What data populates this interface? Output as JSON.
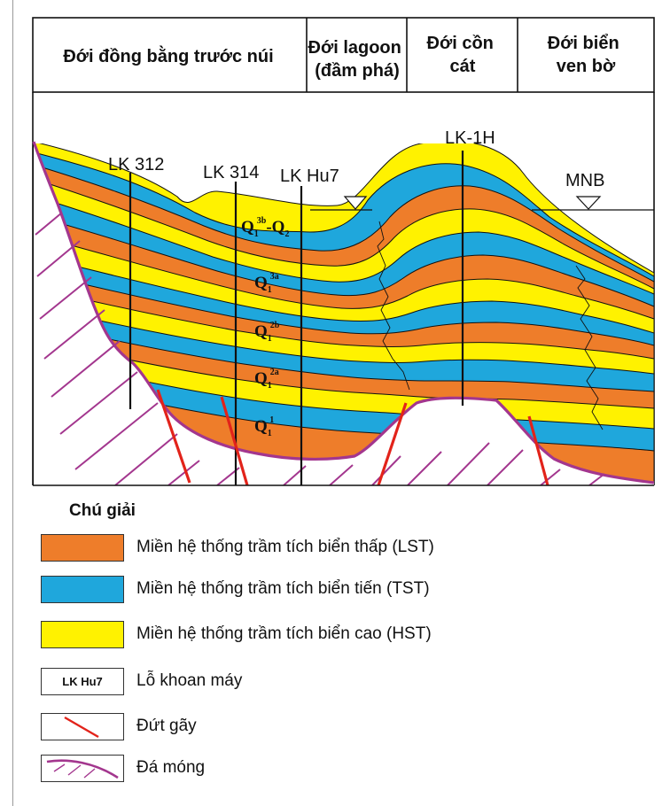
{
  "zones": [
    {
      "lines": [
        "Đới đồng bằng trước núi"
      ]
    },
    {
      "lines": [
        "Đới lagoon",
        "(đầm phá)"
      ]
    },
    {
      "lines": [
        "Đới cồn",
        "cát"
      ]
    },
    {
      "lines": [
        "Đới biển",
        "ven bờ"
      ]
    }
  ],
  "boreholes": [
    "LK 312",
    "LK 314",
    "LK Hu7",
    "LK-1H"
  ],
  "water_level_label": "MNB",
  "strata_labels": [
    {
      "base": "Q",
      "sub": "1",
      "sup": "3b",
      "suffix": "-Q",
      "suffix_sub": "2"
    },
    {
      "base": "Q",
      "sub": "1",
      "sup": "3a"
    },
    {
      "base": "Q",
      "sub": "1",
      "sup": "2b"
    },
    {
      "base": "Q",
      "sub": "1",
      "sup": "2a"
    },
    {
      "base": "Q",
      "sub": "1",
      "sup": "1"
    }
  ],
  "colors": {
    "lst": "#ee7d2a",
    "tst": "#1fa7dc",
    "hst": "#fff200",
    "fault": "#e2231a",
    "basement": "#a3368e"
  },
  "legend": {
    "title": "Chú giải",
    "items": [
      {
        "text": "Miền hệ thống trầm tích biển thấp (LST)"
      },
      {
        "text": "Miền hệ thống trầm tích biển tiến (TST)"
      },
      {
        "text": "Miền hệ thống trầm tích biển cao (HST)"
      },
      {
        "text": "Lỗ khoan máy",
        "swatch_label": "LK Hu7"
      },
      {
        "text": "Đứt gãy"
      },
      {
        "text": "Đá móng"
      }
    ]
  }
}
